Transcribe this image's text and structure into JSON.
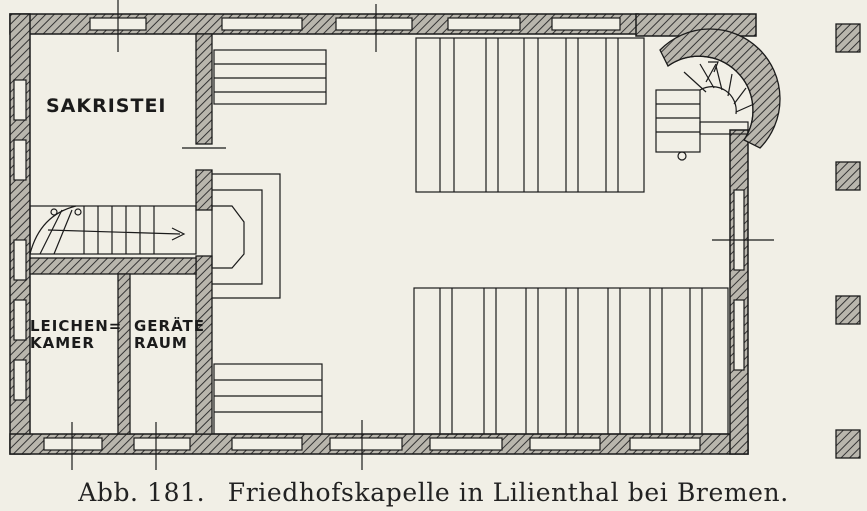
{
  "figure": {
    "caption_number": "Abb. 181.",
    "caption_title": "Friedhofskapelle in Lilienthal bei Bremen."
  },
  "rooms": {
    "sakristei": "Sakristei",
    "leichenkammer_line1": "Leichen=",
    "leichenkammer_line2": "Kamer",
    "geraeteraum_line1": "Geräte",
    "geraeteraum_line2": "Raum"
  },
  "colors": {
    "ink": "#1b1b1b",
    "paper": "#f1efe6",
    "wall_fill": "#8a8780"
  }
}
